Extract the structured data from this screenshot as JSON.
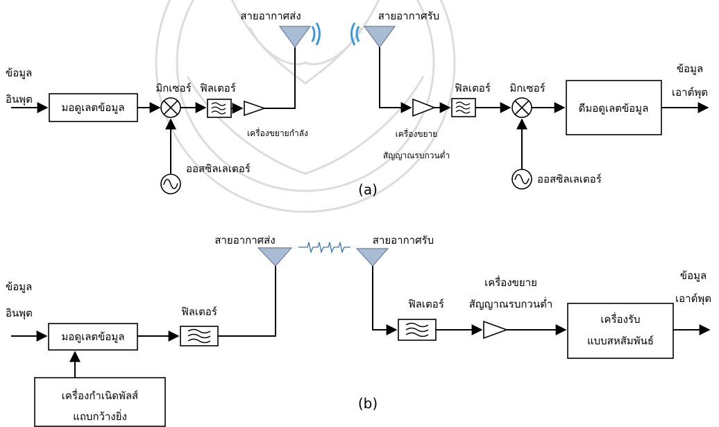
{
  "panel_a": {
    "caption": "(a)",
    "input_label_1": "ข้อมูล",
    "input_label_2": "อินพุต",
    "modulator": "มอดูเลตข้อมูล",
    "mixer_tx": "มิกเซอร์",
    "filter_tx": "ฟิลเตอร์",
    "power_amp": "เครื่องขยายกำลัง",
    "oscillator_tx": "ออสซิลเลเตอร์",
    "tx_antenna": "สายอากาศส่ง",
    "rx_antenna": "สายอากาศรับ",
    "lna_1": "เครื่องขยาย",
    "lna_2": "สัญญาณรบกวนต่ำ",
    "filter_rx": "ฟิลเตอร์",
    "mixer_rx": "มิกเซอร์",
    "oscillator_rx": "ออสซิลเลเตอร์",
    "demodulator": "ดีมอดูเลตข้อมูล",
    "output_label_1": "ข้อมูล",
    "output_label_2": "เอาต์พุต"
  },
  "panel_b": {
    "caption": "(b)",
    "input_label_1": "ข้อมูล",
    "input_label_2": "อินพุต",
    "modulator": "มอดูเลตข้อมูล",
    "pulse_gen_1": "เครื่องกำเนิดพัลส์",
    "pulse_gen_2": "แถบกว้างยิ่ง",
    "filter_tx": "ฟิลเตอร์",
    "tx_antenna": "สายอากาศส่ง",
    "rx_antenna": "สายอากาศรับ",
    "filter_rx": "ฟิลเตอร์",
    "lna_1": "เครื่องขยาย",
    "lna_2": "สัญญาณรบกวนต่ำ",
    "receiver_1": "เครื่องรับ",
    "receiver_2": "แบบสหสัมพันธ์",
    "output_label_1": "ข้อมูล",
    "output_label_2": "เอาต์พุต"
  },
  "colors": {
    "antenna_fill": "#a8bcd4",
    "wave_blue": "#3a9ad9",
    "pulse_blue": "#2f6fc0",
    "watermark": "#d9d9d9"
  }
}
